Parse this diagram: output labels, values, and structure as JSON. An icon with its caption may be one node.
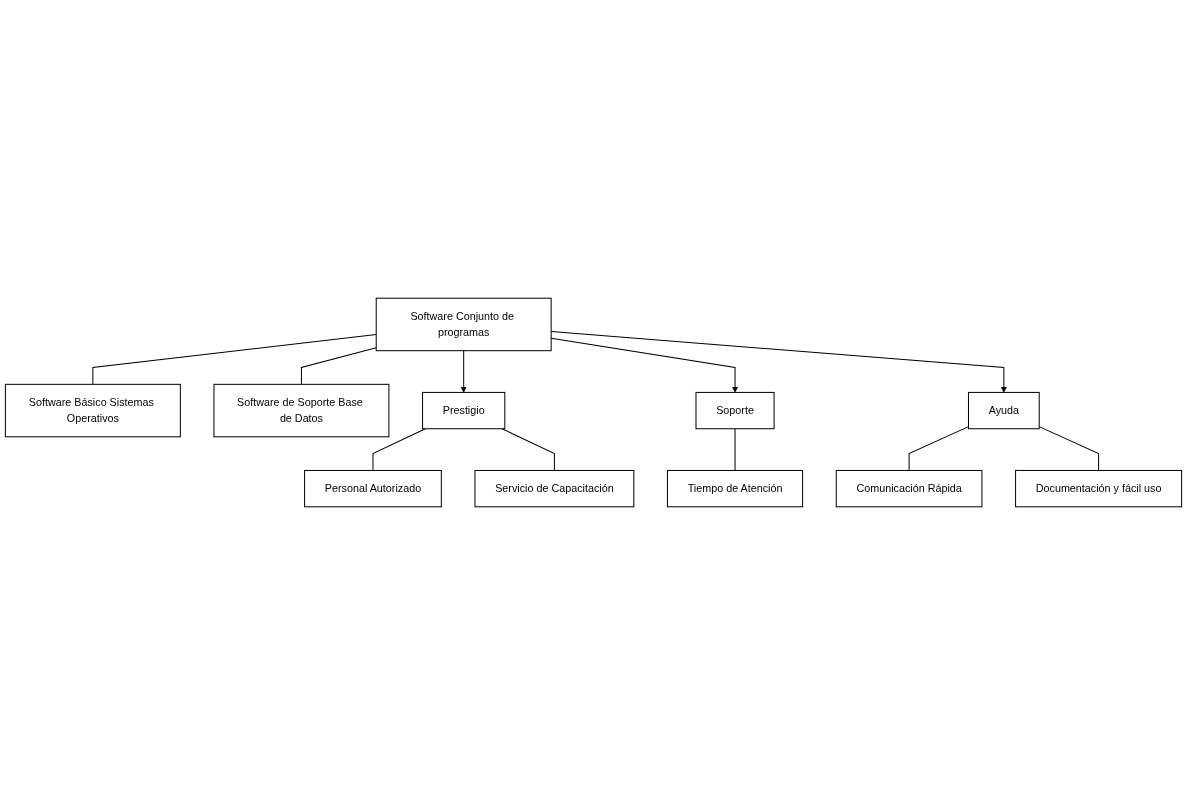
{
  "diagram": {
    "nodes": [
      {
        "text": [
          "Software Conjunto de programas"
        ]
      },
      {
        "text": [
          "Software Básico Sistemas Operativos"
        ]
      },
      {
        "text": [
          "Software de Soporte Base de Datos"
        ]
      },
      {
        "text": [
          "Prestigio"
        ]
      },
      {
        "text": [
          "Soporte"
        ]
      },
      {
        "text": [
          "Ayuda"
        ]
      },
      {
        "text": [
          "Personal Autorizado"
        ]
      },
      {
        "text": [
          "Tiempo de Atención"
        ]
      },
      {
        "text": [
          "Comunicación Rápida"
        ]
      },
      {
        "text": [
          "Servicio de Capacitación"
        ]
      },
      {
        "text": [
          "Documentación y fácil uso"
        ]
      }
    ],
    "edges": [
      {
        "from": 0,
        "to": 1,
        "arrow": "none"
      },
      {
        "from": 0,
        "to": 2,
        "arrow": "none"
      },
      {
        "from": 0,
        "to": 3,
        "arrow": "to"
      },
      {
        "from": 0,
        "to": 4,
        "arrow": "to"
      },
      {
        "from": 0,
        "to": 5,
        "arrow": "to"
      },
      {
        "from": 3,
        "to": 6,
        "arrow": "none"
      },
      {
        "from": 3,
        "to": 9,
        "arrow": "none"
      },
      {
        "from": 4,
        "to": 7,
        "arrow": "none"
      },
      {
        "from": 5,
        "to": 8,
        "arrow": "none"
      },
      {
        "from": 5,
        "to": 10,
        "arrow": "none"
      }
    ]
  }
}
